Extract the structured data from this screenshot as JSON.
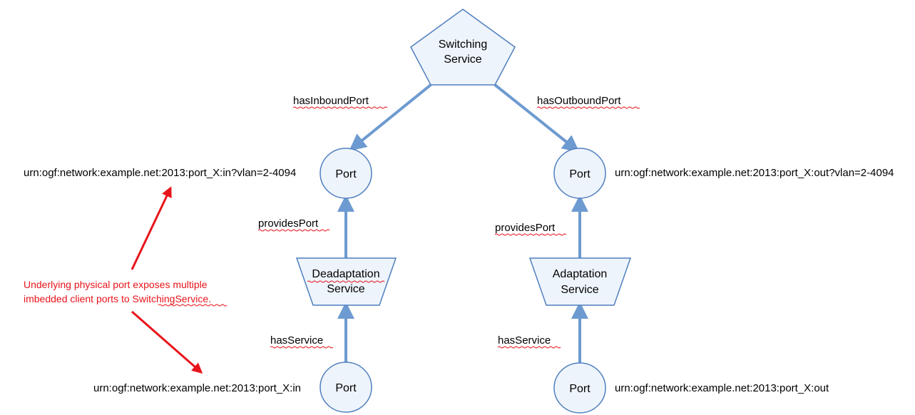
{
  "nodes": {
    "switching_service": {
      "line1": "Switching",
      "line2": "Service"
    },
    "inbound_port": {
      "label": "Port"
    },
    "outbound_port": {
      "label": "Port"
    },
    "deadaptation_service": {
      "line1": "Deadaptation",
      "line2": "Service"
    },
    "adaptation_service": {
      "line1": "Adaptation",
      "line2": "Service"
    },
    "physical_in_port": {
      "label": "Port"
    },
    "physical_out_port": {
      "label": "Port"
    }
  },
  "edges": {
    "has_inbound_port": "hasInboundPort",
    "has_outbound_port": "hasOutboundPort",
    "provides_port_left": "providesPort",
    "provides_port_right": "providesPort",
    "has_service_left": "hasService",
    "has_service_right": "hasService"
  },
  "urns": {
    "inbound_port": "urn:ogf:network:example.net:2013:port_X:in?vlan=2-4094",
    "outbound_port": "urn:ogf:network:example.net:2013:port_X:out?vlan=2-4094",
    "physical_in_port": "urn:ogf:network:example.net:2013:port_X:in",
    "physical_out_port": "urn:ogf:network:example.net:2013:port_X:out"
  },
  "annotation": {
    "line1": "Underlying physical port exposes multiple",
    "line2": "imbedded client ports to SwitchingService."
  },
  "colors": {
    "node_fill": "#eef4fb",
    "node_stroke": "#4f7fbf",
    "edge": "#6d9ad0",
    "annotation": "#e8141b"
  }
}
